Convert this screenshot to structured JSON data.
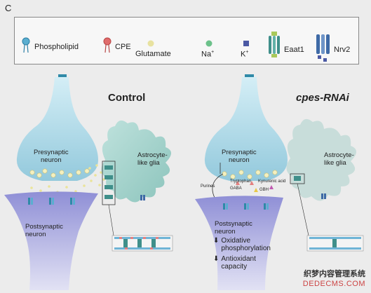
{
  "panel_letter": "C",
  "legend": {
    "items": [
      {
        "label": "Phospholipid",
        "icon": "phospholipid-icon",
        "color": "#5aaed0"
      },
      {
        "label": "CPE",
        "icon": "cpe-icon",
        "color": "#e06b6b"
      },
      {
        "label": "Glutamate",
        "icon": "glutamate-icon",
        "color": "#e8e2a0"
      },
      {
        "label": "Na",
        "sup": "+",
        "icon": "sodium-icon",
        "color": "#6cc18a"
      },
      {
        "label": "K",
        "sup": "+",
        "icon": "potassium-icon",
        "color": "#4b59a4"
      },
      {
        "label": "Eaat1",
        "icon": "eaat1-icon",
        "color": "#3f8f8a"
      },
      {
        "label": "Nrv2",
        "icon": "nrv2-icon",
        "color": "#3e6aa6"
      }
    ]
  },
  "control": {
    "title": "Control",
    "presynaptic_label": "Presynaptic\nneuron",
    "postsynaptic_label": "Postsynaptic\nneuron",
    "glia_label": "Astrocyte-\nlike glia"
  },
  "rnai": {
    "title": "cpes-RNAi",
    "presynaptic_label": "Presynaptic\nneuron",
    "postsynaptic_label": "Postsynaptic\nneuron",
    "glia_label": "Astrocyte-\nlike glia",
    "pathway": {
      "purines": "Purines",
      "tryptophan": "Tryptophan",
      "kynurenic": "Kynurenic acid",
      "gaba": "GABA",
      "gbh": "GBH"
    },
    "effects": [
      {
        "arrow": "down",
        "text": "Oxidative\nphosphorylation"
      },
      {
        "arrow": "down",
        "text": "Antioxidant\ncapacity"
      }
    ]
  },
  "colors": {
    "neuron": "#a9d6e4",
    "postsynaptic": "#b8b8e6",
    "glia": "#a6d1cb",
    "membrane_blue": "#6fb4d6",
    "membrane_red": "#e48080"
  },
  "watermark": {
    "cn": "织梦内容管理系统",
    "en": "DEDECMS.COM"
  }
}
